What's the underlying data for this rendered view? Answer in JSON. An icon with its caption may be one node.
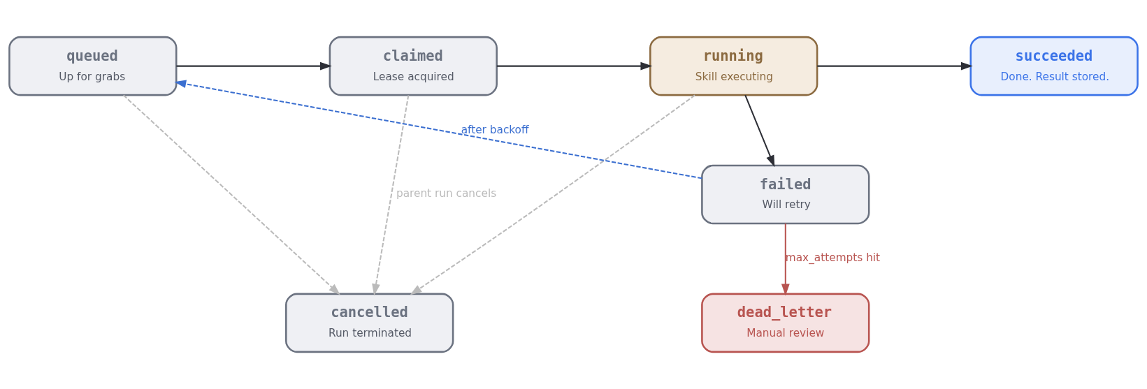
{
  "diagram": {
    "nodes": [
      {
        "text": [
          "queued",
          "Up for grabs"
        ]
      },
      {
        "text": [
          "claimed",
          "Lease acquired"
        ]
      },
      {
        "text": [
          "running",
          "Skill executing"
        ]
      },
      {
        "text": [
          "succeeded",
          "Done. Result stored."
        ]
      },
      {
        "text": [
          "failed",
          "Will retry"
        ]
      },
      {
        "text": [
          "cancelled",
          "Run terminated"
        ]
      },
      {
        "text": [
          "dead_letter",
          "Manual review"
        ]
      }
    ],
    "edges": [
      {
        "from": 0,
        "to": 1,
        "arrow": "to"
      },
      {
        "from": 1,
        "to": 2,
        "arrow": "to"
      },
      {
        "from": 2,
        "to": 3,
        "arrow": "to"
      },
      {
        "from": 2,
        "to": 4,
        "arrow": "to"
      },
      {
        "from": 4,
        "to": 0,
        "arrow": "to",
        "label": "after backoff",
        "style": "dashed",
        "color": "#3b6fd0"
      },
      {
        "from": 0,
        "to": 5,
        "arrow": "to",
        "style": "dashed",
        "color": "#bbbbbb"
      },
      {
        "from": 1,
        "to": 5,
        "arrow": "to",
        "label": "parent run cancels",
        "style": "dashed",
        "color": "#bbbbbb"
      },
      {
        "from": 2,
        "to": 5,
        "arrow": "to",
        "style": "dashed",
        "color": "#bbbbbb"
      },
      {
        "from": 4,
        "to": 6,
        "arrow": "to",
        "label": "max_attempts hit",
        "color": "#b85450"
      }
    ]
  }
}
